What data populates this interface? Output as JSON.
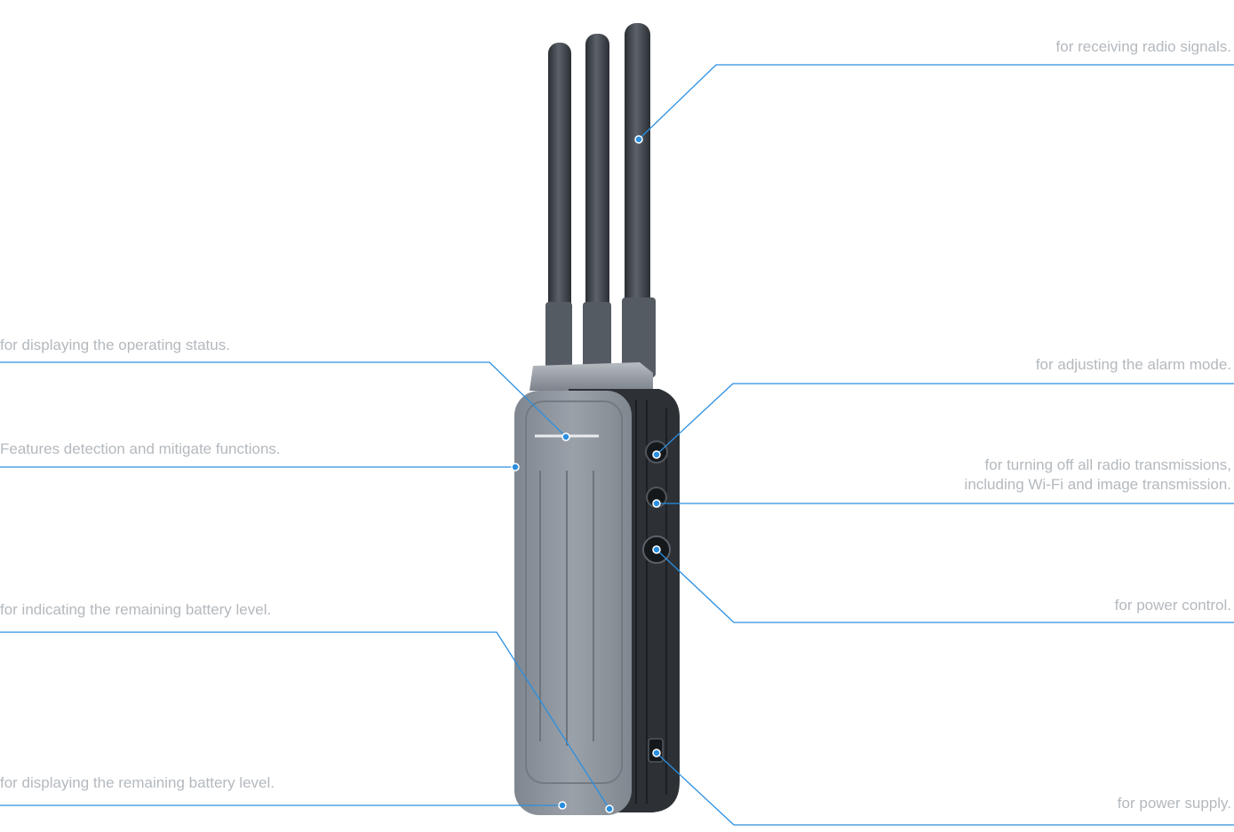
{
  "callouts": {
    "antenna": {
      "desc": "for receiving radio signals."
    },
    "status": {
      "desc": "for displaying the operating status."
    },
    "function": {
      "desc": "Features detection and mitigate functions."
    },
    "battery_indicator": {
      "desc": "for indicating the remaining battery level."
    },
    "battery_display": {
      "desc": "for displaying the remaining battery level."
    },
    "alarm": {
      "desc": "for adjusting the alarm mode."
    },
    "radio_off": {
      "desc_line1": "for turning off all radio transmissions,",
      "desc_line2": "including Wi-Fi and image transmission."
    },
    "power_button": {
      "desc": "for power control."
    },
    "power_port": {
      "desc": "for power supply."
    }
  },
  "colors": {
    "leader_line": "#2a8fe0",
    "body_front": "#8d949d",
    "body_side": "#2d3136",
    "antenna": "#3d4248",
    "caption": "#b4b9be"
  }
}
